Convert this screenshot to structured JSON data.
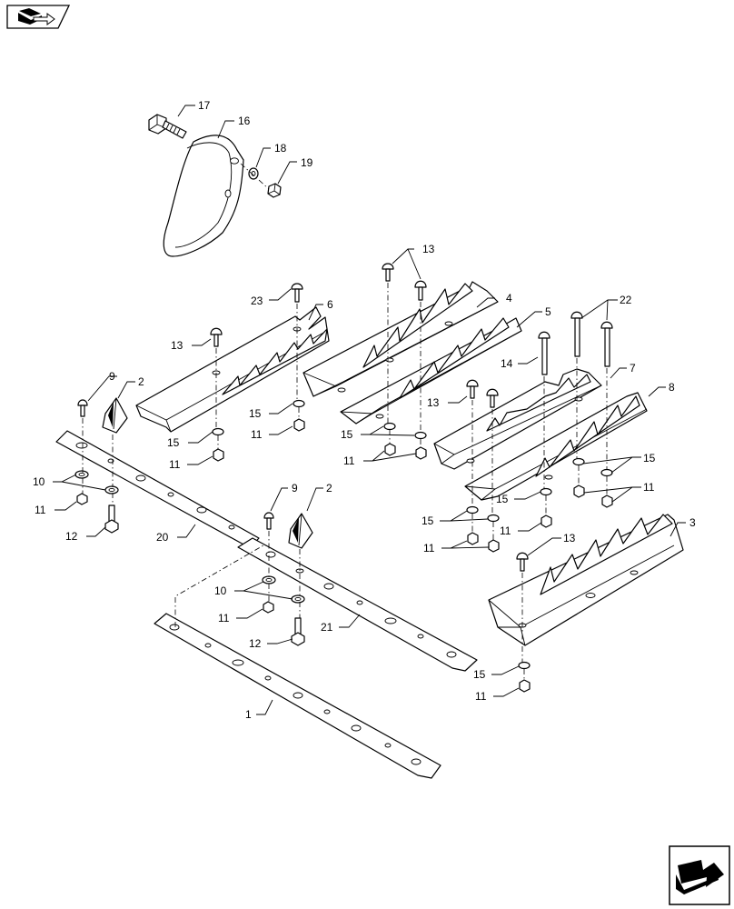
{
  "navigation": {
    "top_left_icon": "book-arrow-icon",
    "bottom_right_icon": "next-page-arrow-icon"
  },
  "callouts": {
    "c1": "1",
    "c2a": "2",
    "c2b": "2",
    "c3": "3",
    "c4": "4",
    "c5": "5",
    "c6": "6",
    "c7": "7",
    "c8": "8",
    "c9a": "9",
    "c9b": "9",
    "c10a": "10",
    "c10b": "10",
    "c11a": "11",
    "c11b": "11",
    "c11c": "11",
    "c11d": "11",
    "c11e": "11",
    "c11f": "11",
    "c11g": "11",
    "c11h": "11",
    "c11i": "11",
    "c12a": "12",
    "c12b": "12",
    "c13a": "13",
    "c13b": "13",
    "c13c": "13",
    "c13d": "13",
    "c14": "14",
    "c15a": "15",
    "c15b": "15",
    "c15c": "15",
    "c15d": "15",
    "c15e": "15",
    "c15f": "15",
    "c15g": "15",
    "c16": "16",
    "c17": "17",
    "c18": "18",
    "c19": "19",
    "c20": "20",
    "c21": "21",
    "c22": "22",
    "c23": "23"
  }
}
